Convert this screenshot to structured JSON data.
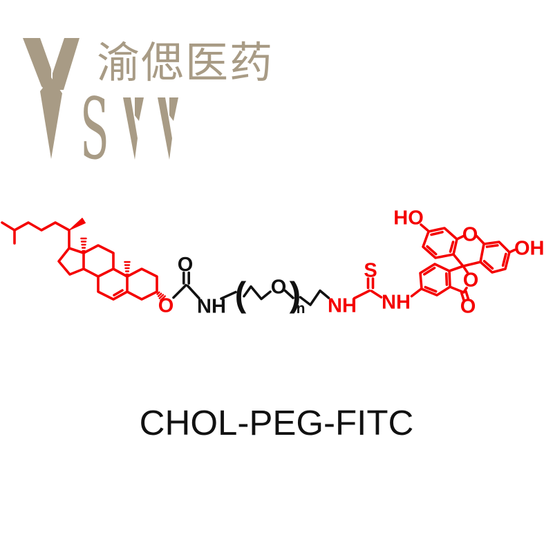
{
  "brand": {
    "color": "#a89b85",
    "name_cn": "渝偲医药",
    "s_glyph": "S"
  },
  "title": "CHOL-PEG-FITC",
  "molecule": {
    "colors": {
      "black": "#111111",
      "red": "#f40000"
    },
    "labels": {
      "ester_o": "O",
      "carbonyl_o": "O",
      "carbamate_nh": "NH",
      "peg_open": "(",
      "peg_o": "O",
      "peg_close": ")",
      "peg_n": "n",
      "amine_nh": "NH",
      "thiocarbonyl_s": "S",
      "thiourea_nh": "NH",
      "hydroxyl_left": "HO",
      "xanthene_o": "O",
      "hydroxyl_right": "OH",
      "lactone_o": "O",
      "lactone_carbonyl_o": "O"
    }
  }
}
